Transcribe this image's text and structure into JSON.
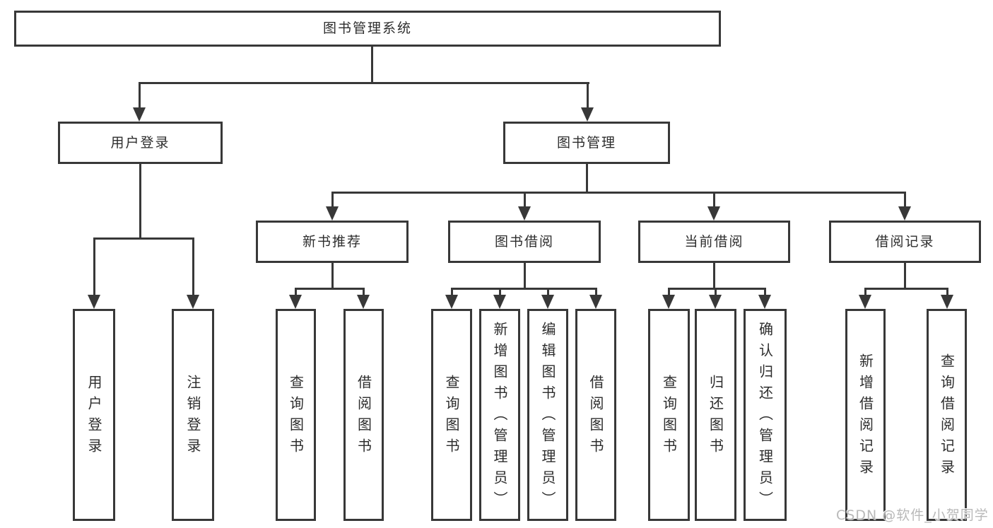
{
  "diagram": {
    "type": "tree-structure-diagram",
    "colors": {
      "line": "#383838",
      "box_border": "#383838",
      "text": "#2d2d2d",
      "background": "#ffffff",
      "watermark_text_color": "#b9b9b9"
    },
    "tree": {
      "root": {
        "label": "图书管理系统",
        "children": [
          {
            "label": "用户登录",
            "children": [
              {
                "label": "用户登录"
              },
              {
                "label": "注销登录"
              }
            ]
          },
          {
            "label": "图书管理",
            "children": [
              {
                "label": "新书推荐",
                "children": [
                  {
                    "label": "查询图书"
                  },
                  {
                    "label": "借阅图书"
                  }
                ]
              },
              {
                "label": "图书借阅",
                "children": [
                  {
                    "label": "查询图书"
                  },
                  {
                    "label": "新增图书（管理员）"
                  },
                  {
                    "label": "编辑图书（管理员）"
                  },
                  {
                    "label": "借阅图书"
                  }
                ]
              },
              {
                "label": "当前借阅",
                "children": [
                  {
                    "label": "查询图书"
                  },
                  {
                    "label": "归还图书"
                  },
                  {
                    "label": "确认归还（管理员）"
                  }
                ]
              },
              {
                "label": "借阅记录",
                "children": [
                  {
                    "label": "新增借阅记录"
                  },
                  {
                    "label": "查询借阅记录"
                  }
                ]
              }
            ]
          }
        ]
      }
    },
    "watermark": {
      "text": "CSDN @软件_小贺同学"
    }
  }
}
